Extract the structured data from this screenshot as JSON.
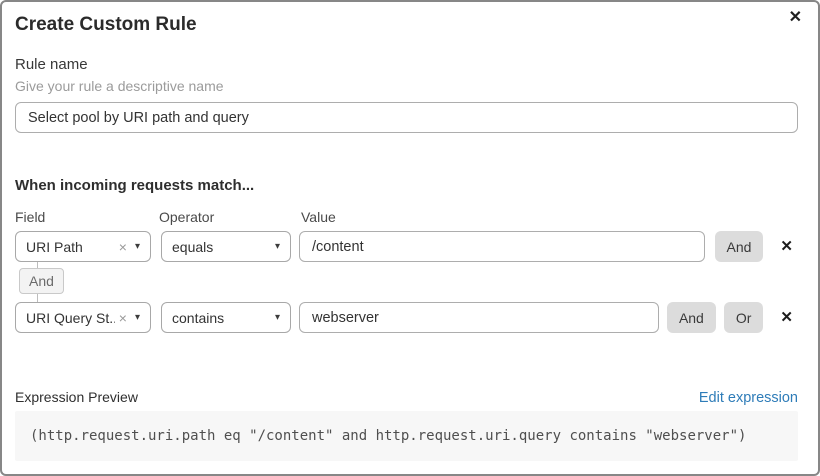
{
  "dialog": {
    "title": "Create Custom Rule"
  },
  "icons": {
    "close": "✕",
    "remove": "✕",
    "clear": "×",
    "caret": "▾"
  },
  "rule_name": {
    "label": "Rule name",
    "hint": "Give your rule a descriptive name",
    "value": "Select pool by URI path and query"
  },
  "match": {
    "heading": "When incoming requests match...",
    "columns": {
      "field": "Field",
      "operator": "Operator",
      "value": "Value"
    },
    "connector": "And",
    "rows": [
      {
        "field": "URI Path",
        "operator": "equals",
        "value": "/content",
        "buttons": [
          "And"
        ]
      },
      {
        "field": "URI Query St...",
        "operator": "contains",
        "value": "webserver",
        "buttons": [
          "And",
          "Or"
        ]
      }
    ]
  },
  "expression": {
    "label": "Expression Preview",
    "edit_link": "Edit expression",
    "code": "(http.request.uri.path eq \"/content\" and http.request.uri.query contains \"webserver\")"
  },
  "colors": {
    "accent_link": "#2e7cb8",
    "button_bg": "#dcdcdc",
    "code_bg": "#f7f7f7"
  }
}
